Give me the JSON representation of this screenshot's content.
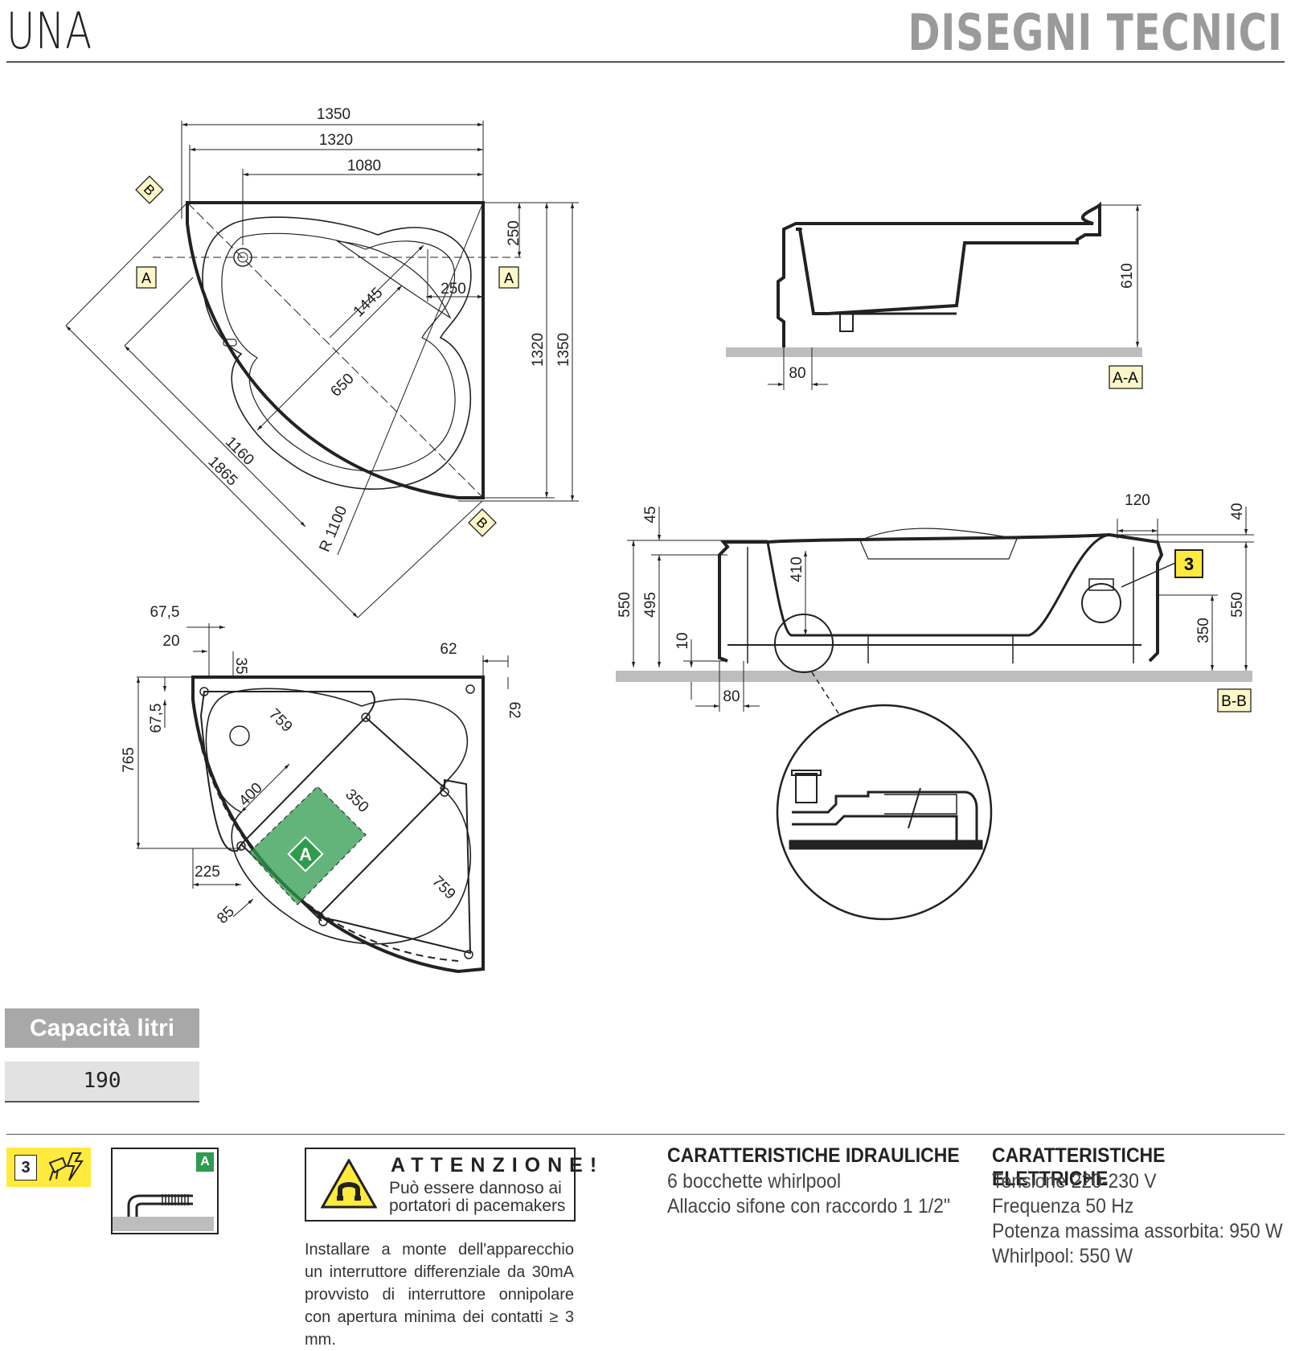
{
  "header": {
    "model": "UNA",
    "section": "DISEGNI TECNICI"
  },
  "top_view": {
    "dims": {
      "w1350": "1350",
      "w1320": "1320",
      "w1080": "1080",
      "d250a": "250",
      "d250b": "250",
      "diag1445": "1445",
      "d650": "650",
      "d1160": "1160",
      "d1865": "1865",
      "r1100": "R 1100",
      "h1320": "1320",
      "h1350": "1350"
    },
    "section_marks": {
      "a": "A",
      "b": "B"
    }
  },
  "section_aa": {
    "dims": {
      "h610": "610",
      "w80": "80"
    },
    "label": "A-A"
  },
  "section_bb": {
    "dims": {
      "d45": "45",
      "d550l": "550",
      "d495": "495",
      "d410": "410",
      "d10": "10",
      "d80": "80",
      "d120": "120",
      "d40": "40",
      "d550r": "550",
      "d350": "350"
    },
    "label": "B-B",
    "callout": "3"
  },
  "bottom_view": {
    "dims": {
      "d67_5a": "67,5",
      "d20": "20",
      "d35": "35",
      "d62a": "62",
      "d62b": "62",
      "d67_5b": "67,5",
      "d765": "765",
      "d759a": "759",
      "d400": "400",
      "d350": "350",
      "d225": "225",
      "d759b": "759",
      "d85": "85"
    },
    "access_label": "A"
  },
  "capacity": {
    "label": "Capacità litri",
    "value": "190"
  },
  "legend": {
    "badge_number": "3",
    "drain_label": "A"
  },
  "warning": {
    "title": "ATTENZIONE!",
    "line1": "Può essere dannoso ai",
    "line2": "portatori di pacemakers",
    "install_text": "Installare a monte dell'apparecchio un interruttore differenziale da 30mA provvisto di interruttore onnipolare con apertura minima dei contatti ≥ 3 mm."
  },
  "hydraulic": {
    "title": "CARATTERISTICHE IDRAULICHE",
    "line1": "6 bocchette whirlpool",
    "line2": "Allaccio sifone con raccordo 1 1/2\""
  },
  "electrical": {
    "title": "CARATTERISTICHE ELETTRICHE",
    "line1": "Tensione 220-230 V",
    "line2": "Frequenza 50 Hz",
    "line3": "Potenza massima assorbita: 950 W",
    "line4": "Whirlpool: 550 W"
  },
  "colors": {
    "accent_green": "#2e9b4e",
    "badge_yellow": "#ffea3d",
    "tag_bg": "#fdf6c8",
    "grey": "#9a9a9a"
  }
}
